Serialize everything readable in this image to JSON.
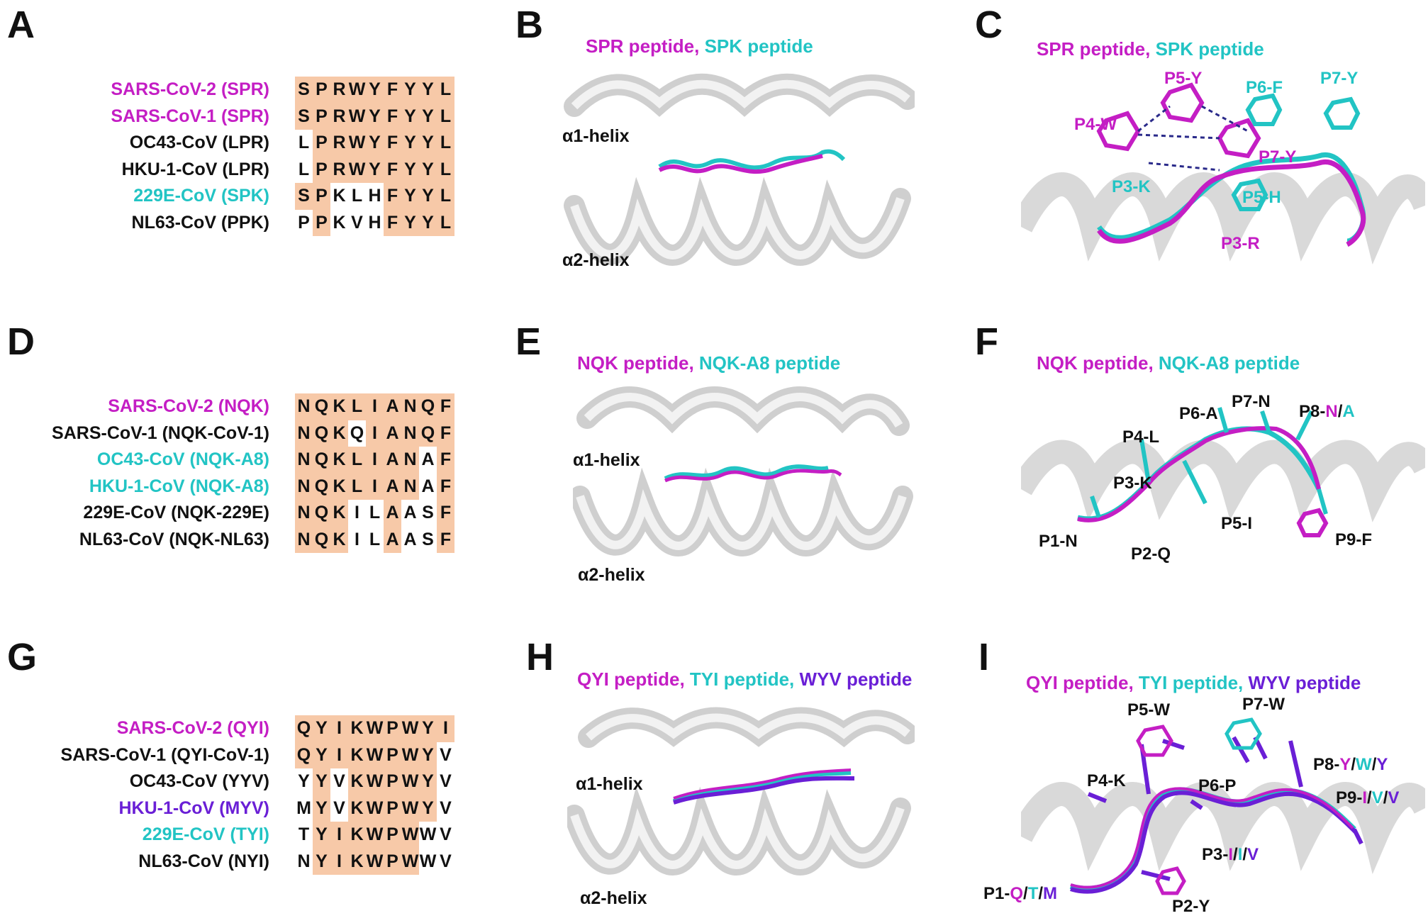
{
  "colors": {
    "magenta": "#c41ec4",
    "cyan": "#22c4c4",
    "purple": "#6a1fd6",
    "highlight": "#f7c9a8",
    "helix": "#d9d9d9"
  },
  "panels": {
    "A": {
      "letter": "A",
      "rows": [
        {
          "name": "SARS-CoV-2 (SPR)",
          "color": "magenta",
          "seq": [
            "S",
            "P",
            "R",
            "W",
            "Y",
            "F",
            "Y",
            "Y",
            "L"
          ],
          "hl": [
            1,
            1,
            1,
            1,
            1,
            1,
            1,
            1,
            1
          ]
        },
        {
          "name": "SARS-CoV-1 (SPR)",
          "color": "magenta",
          "seq": [
            "S",
            "P",
            "R",
            "W",
            "Y",
            "F",
            "Y",
            "Y",
            "L"
          ],
          "hl": [
            1,
            1,
            1,
            1,
            1,
            1,
            1,
            1,
            1
          ]
        },
        {
          "name": "OC43-CoV (LPR)",
          "color": "black",
          "seq": [
            "L",
            "P",
            "R",
            "W",
            "Y",
            "F",
            "Y",
            "Y",
            "L"
          ],
          "hl": [
            0,
            1,
            1,
            1,
            1,
            1,
            1,
            1,
            1
          ]
        },
        {
          "name": "HKU-1-CoV (LPR)",
          "color": "black",
          "seq": [
            "L",
            "P",
            "R",
            "W",
            "Y",
            "F",
            "Y",
            "Y",
            "L"
          ],
          "hl": [
            0,
            1,
            1,
            1,
            1,
            1,
            1,
            1,
            1
          ]
        },
        {
          "name": "229E-CoV (SPK)",
          "color": "cyan",
          "seq": [
            "S",
            "P",
            "K",
            "L",
            "H",
            "F",
            "Y",
            "Y",
            "L"
          ],
          "hl": [
            1,
            1,
            0,
            0,
            0,
            1,
            1,
            1,
            1
          ]
        },
        {
          "name": "NL63-CoV (PPK)",
          "color": "black",
          "seq": [
            "P",
            "P",
            "K",
            "V",
            "H",
            "F",
            "Y",
            "Y",
            "L"
          ],
          "hl": [
            0,
            1,
            0,
            0,
            0,
            1,
            1,
            1,
            1
          ]
        }
      ]
    },
    "B": {
      "letter": "B",
      "caption": [
        {
          "t": "SPR peptide,",
          "c": "magenta"
        },
        {
          "t": " SPK peptide",
          "c": "cyan"
        }
      ],
      "helix1": "α1-helix",
      "helix2": "α2-helix"
    },
    "C": {
      "letter": "C",
      "caption": [
        {
          "t": "SPR peptide,",
          "c": "magenta"
        },
        {
          "t": " SPK peptide",
          "c": "cyan"
        }
      ],
      "labels": [
        {
          "t": "P5-Y",
          "c": "magenta"
        },
        {
          "t": "P6-F",
          "c": "cyan"
        },
        {
          "t": "P7-Y",
          "c": "cyan"
        },
        {
          "t": "P4-W",
          "c": "magenta"
        },
        {
          "t": "P7-Y",
          "c": "magenta"
        },
        {
          "t": "P3-K",
          "c": "cyan"
        },
        {
          "t": "P5-H",
          "c": "cyan"
        },
        {
          "t": "P3-R",
          "c": "magenta"
        }
      ]
    },
    "D": {
      "letter": "D",
      "rows": [
        {
          "name": "SARS-CoV-2 (NQK)",
          "color": "magenta",
          "seq": [
            "N",
            "Q",
            "K",
            "L",
            "I",
            "A",
            "N",
            "Q",
            "F"
          ],
          "hl": [
            1,
            1,
            1,
            1,
            1,
            1,
            1,
            1,
            1
          ]
        },
        {
          "name": "SARS-CoV-1 (NQK-CoV-1)",
          "color": "black",
          "seq": [
            "N",
            "Q",
            "K",
            "Q",
            "I",
            "A",
            "N",
            "Q",
            "F"
          ],
          "hl": [
            1,
            1,
            1,
            0,
            1,
            1,
            1,
            1,
            1
          ]
        },
        {
          "name": "OC43-CoV (NQK-A8)",
          "color": "cyan",
          "seq": [
            "N",
            "Q",
            "K",
            "L",
            "I",
            "A",
            "N",
            "A",
            "F"
          ],
          "hl": [
            1,
            1,
            1,
            1,
            1,
            1,
            1,
            0,
            1
          ]
        },
        {
          "name": "HKU-1-CoV (NQK-A8)",
          "color": "cyan",
          "seq": [
            "N",
            "Q",
            "K",
            "L",
            "I",
            "A",
            "N",
            "A",
            "F"
          ],
          "hl": [
            1,
            1,
            1,
            1,
            1,
            1,
            1,
            0,
            1
          ]
        },
        {
          "name": "229E-CoV (NQK-229E)",
          "color": "black",
          "seq": [
            "N",
            "Q",
            "K",
            "I",
            "L",
            "A",
            "A",
            "S",
            "F"
          ],
          "hl": [
            1,
            1,
            1,
            0,
            0,
            1,
            0,
            0,
            1
          ]
        },
        {
          "name": "NL63-CoV (NQK-NL63)",
          "color": "black",
          "seq": [
            "N",
            "Q",
            "K",
            "I",
            "L",
            "A",
            "A",
            "S",
            "F"
          ],
          "hl": [
            1,
            1,
            1,
            0,
            0,
            1,
            0,
            0,
            1
          ]
        }
      ]
    },
    "E": {
      "letter": "E",
      "caption": [
        {
          "t": "NQK peptide,",
          "c": "magenta"
        },
        {
          "t": " NQK-A8 peptide",
          "c": "cyan"
        }
      ],
      "helix1": "α1-helix",
      "helix2": "α2-helix"
    },
    "F": {
      "letter": "F",
      "caption": [
        {
          "t": "NQK peptide,",
          "c": "magenta"
        },
        {
          "t": " NQK-A8 peptide",
          "c": "cyan"
        }
      ],
      "labels": [
        {
          "t": "P6-A",
          "c": "black"
        },
        {
          "t": "P7-N",
          "c": "black"
        },
        {
          "t": "P4-L",
          "c": "black"
        },
        {
          "t": "P3-K",
          "c": "black"
        },
        {
          "t": "P5-I",
          "c": "black"
        },
        {
          "t": "P1-N",
          "c": "black"
        },
        {
          "t": "P2-Q",
          "c": "black"
        },
        {
          "t": "P9-F",
          "c": "black"
        }
      ],
      "p8": [
        {
          "t": "P8-",
          "c": "black"
        },
        {
          "t": "N",
          "c": "magenta"
        },
        {
          "t": "/",
          "c": "black"
        },
        {
          "t": "A",
          "c": "cyan"
        }
      ]
    },
    "G": {
      "letter": "G",
      "rows": [
        {
          "name": "SARS-CoV-2 (QYI)",
          "color": "magenta",
          "seq": [
            "Q",
            "Y",
            "I",
            "K",
            "W",
            "P",
            "W",
            "Y",
            "I"
          ],
          "hl": [
            1,
            1,
            1,
            1,
            1,
            1,
            1,
            1,
            1
          ]
        },
        {
          "name": "SARS-CoV-1 (QYI-CoV-1)",
          "color": "black",
          "seq": [
            "Q",
            "Y",
            "I",
            "K",
            "W",
            "P",
            "W",
            "Y",
            "V"
          ],
          "hl": [
            1,
            1,
            1,
            1,
            1,
            1,
            1,
            1,
            0
          ]
        },
        {
          "name": "OC43-CoV (YYV)",
          "color": "black",
          "seq": [
            "Y",
            "Y",
            "V",
            "K",
            "W",
            "P",
            "W",
            "Y",
            "V"
          ],
          "hl": [
            0,
            1,
            0,
            1,
            1,
            1,
            1,
            1,
            0
          ]
        },
        {
          "name": "HKU-1-CoV (MYV)",
          "color": "purple",
          "seq": [
            "M",
            "Y",
            "V",
            "K",
            "W",
            "P",
            "W",
            "Y",
            "V"
          ],
          "hl": [
            0,
            1,
            0,
            1,
            1,
            1,
            1,
            1,
            0
          ]
        },
        {
          "name": "229E-CoV (TYI)",
          "color": "cyan",
          "seq": [
            "T",
            "Y",
            "I",
            "K",
            "W",
            "P",
            "W",
            "W",
            "V"
          ],
          "hl": [
            0,
            1,
            1,
            1,
            1,
            1,
            1,
            0,
            0
          ]
        },
        {
          "name": "NL63-CoV (NYI)",
          "color": "black",
          "seq": [
            "N",
            "Y",
            "I",
            "K",
            "W",
            "P",
            "W",
            "W",
            "V"
          ],
          "hl": [
            0,
            1,
            1,
            1,
            1,
            1,
            1,
            0,
            0
          ]
        }
      ]
    },
    "H": {
      "letter": "H",
      "caption": [
        {
          "t": "QYI peptide,",
          "c": "magenta"
        },
        {
          "t": " TYI peptide,",
          "c": "cyan"
        },
        {
          "t": " WYV",
          "c": "purple"
        },
        {
          "t": " peptide",
          "c": "purple"
        }
      ],
      "helix1": "α1-helix",
      "helix2": "α2-helix"
    },
    "I": {
      "letter": "I",
      "caption": [
        {
          "t": "QYI peptide,",
          "c": "magenta"
        },
        {
          "t": " TYI peptide,",
          "c": "cyan"
        },
        {
          "t": " WYV peptide",
          "c": "purple"
        }
      ],
      "labels": [
        {
          "t": "P5-W",
          "c": "black"
        },
        {
          "t": "P7-W",
          "c": "black"
        },
        {
          "t": "P4-K",
          "c": "black"
        },
        {
          "t": "P6-P",
          "c": "black"
        },
        {
          "t": "P2-Y",
          "c": "black"
        }
      ],
      "multi": {
        "p8": [
          {
            "t": "P8-",
            "c": "black"
          },
          {
            "t": "Y",
            "c": "magenta"
          },
          {
            "t": "/",
            "c": "black"
          },
          {
            "t": "W",
            "c": "cyan"
          },
          {
            "t": "/",
            "c": "black"
          },
          {
            "t": "Y",
            "c": "purple"
          }
        ],
        "p9": [
          {
            "t": "P9-",
            "c": "black"
          },
          {
            "t": "I",
            "c": "magenta"
          },
          {
            "t": "/",
            "c": "black"
          },
          {
            "t": "V",
            "c": "cyan"
          },
          {
            "t": "/",
            "c": "black"
          },
          {
            "t": "V",
            "c": "purple"
          }
        ],
        "p3": [
          {
            "t": "P3-",
            "c": "black"
          },
          {
            "t": "I",
            "c": "magenta"
          },
          {
            "t": "/",
            "c": "black"
          },
          {
            "t": "I",
            "c": "cyan"
          },
          {
            "t": "/",
            "c": "black"
          },
          {
            "t": "V",
            "c": "purple"
          }
        ],
        "p1": [
          {
            "t": "P1-",
            "c": "black"
          },
          {
            "t": "Q",
            "c": "magenta"
          },
          {
            "t": "/",
            "c": "black"
          },
          {
            "t": "T",
            "c": "cyan"
          },
          {
            "t": "/",
            "c": "black"
          },
          {
            "t": "M",
            "c": "purple"
          }
        ]
      }
    }
  }
}
